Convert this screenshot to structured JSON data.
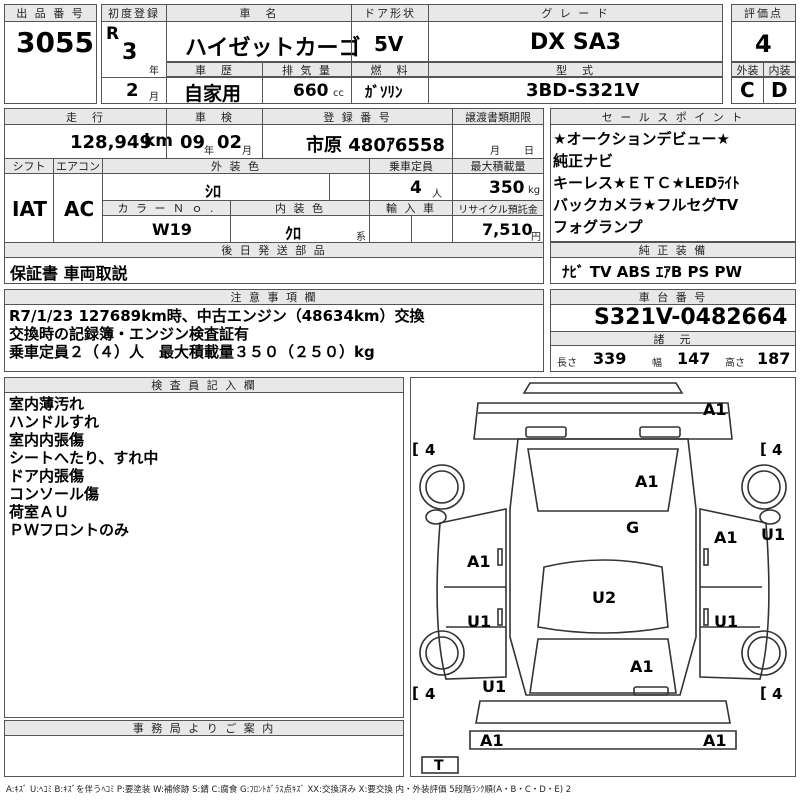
{
  "labels": {
    "lot_no": "出 品 番 号",
    "first_reg": "初度登録",
    "model_name": "車　名",
    "door": "ドア形状",
    "grade": "グ レ ー ド",
    "score": "評価点",
    "history": "車　歴",
    "displacement": "排 気 量",
    "fuel": "燃　料",
    "model_code": "型　式",
    "ext": "外装",
    "int": "内装",
    "mileage": "走　行",
    "inspection": "車　検",
    "reg_no": "登 録 番 号",
    "transfer_docs": "譲渡書類期限",
    "shift": "シフト",
    "ac": "エアコン",
    "ext_color": "外 装 色",
    "capacity": "乗車定員",
    "max_load": "最大積載量",
    "color_no": "カ ラ ー Ｎ ｏ .",
    "int_color": "内 装 色",
    "import": "輸 入 車",
    "recycle": "リサイクル預託金",
    "later_parts": "後 日 発 送 部 品",
    "sales_points": "セ ー ル ス ポ イ ン ト",
    "std_equip": "純 正 装 備",
    "notes": "注 意 事 項 欄",
    "chassis": "車 台 番 号",
    "dims": "諸　元",
    "inspector": "検 査 員 記 入 欄",
    "office": "事 務 局 よ り ご 案 内"
  },
  "vehicle": {
    "lot": "3055",
    "era": "R",
    "year": "3",
    "year_unit": "年",
    "month": "2",
    "month_unit": "月",
    "name": "ハイゼットカーゴ",
    "door": "5V",
    "grade": "DX  SA3",
    "score": "4",
    "history": "自家用",
    "cc": "660",
    "cc_unit": "cc",
    "fuel": "ｶﾞｿﾘﾝ",
    "model_code": "3BD-S321V",
    "ext_score": "C",
    "int_score": "D",
    "mileage": "128,949",
    "mileage_unit": "km",
    "insp_year": "09",
    "insp_year_unit": "年",
    "insp_month": "02",
    "insp_month_unit": "月",
    "reg_no": "市原 480ｱ6558",
    "transfer_month": "月",
    "transfer_day": "日",
    "shift": "IAT",
    "ac": "AC",
    "ext_color": "ｼﾛ",
    "capacity": "4",
    "capacity_unit": "人",
    "max_load": "350",
    "max_load_unit": "kg",
    "color_no": "W19",
    "int_color": "ｸﾛ",
    "int_color_unit": "系",
    "recycle": "7,510",
    "recycle_unit": "円",
    "later_parts": "保証書 車両取説",
    "std_equip": "ﾅﾋﾞ  TV  ABS  ｴｱB  PS  PW",
    "chassis": "S321V-0482664",
    "len_label": "長さ",
    "len": "339",
    "wid_label": "幅",
    "wid": "147",
    "hgt_label": "高さ",
    "hgt": "187"
  },
  "sales_points": [
    "★オークションデビュー★",
    "純正ナビ",
    "キーレス★ＥＴＣ★LEDﾗｲﾄ",
    "バックカメラ★フルセグTV",
    "フォグランプ"
  ],
  "notes": [
    "R7/1/23  127689km時、中古エンジン（48634km）交換",
    "交換時の記録簿・エンジン検査証有",
    "乗車定員２（４）人　最大積載量３５０（２５０）kg"
  ],
  "inspector_notes": [
    "室内薄汚れ",
    "ハンドルすれ",
    "室内内張傷",
    "シートへたり、すれ中",
    "ドア内張傷",
    "コンソール傷",
    "荷室ＡＵ",
    "ＰＷフロントのみ"
  ],
  "diagram": {
    "front_bumper": "A1",
    "tire_fl": "4",
    "tire_fr": "4",
    "tire_rl": "4",
    "tire_rr": "4",
    "hood": "A1",
    "windshield": "G",
    "fender_l": "A1",
    "fender_r": "A1",
    "fender_r_side": "U1",
    "roof": "U2",
    "door_l": "U1",
    "door_r": "U1",
    "rear_glass": "A1",
    "quarter_l": "U1",
    "rear_l": "A1",
    "rear_r": "A1",
    "tail_gate": "T"
  },
  "legend": "A:ｷｽﾞ U:ﾍｺﾐ B:ｷｽﾞを伴うﾍｺﾐ P:要塗装 W:補修跡 S:錆 C:腐食 G:ﾌﾛﾝﾄｶﾞﾗｽ点ｷｽﾞ XX:交換済み X:要交換  内・外装評価 5段階ﾗﾝｸ順(A・B・C・D・E) 2"
}
